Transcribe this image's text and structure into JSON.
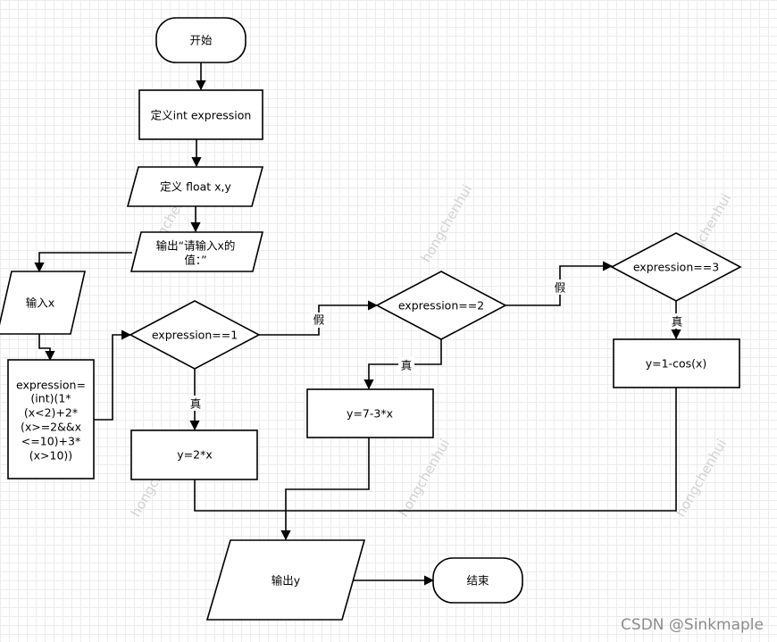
{
  "nodes": {
    "start": "开始",
    "define_int": "定义int expression",
    "define_float": "定义 float x,y",
    "prompt": [
      "输出“请输入x的",
      "值：”"
    ],
    "input_x": "输入x",
    "expression_calc": [
      "expression=",
      "(int)(1*",
      "(x<2)+2*",
      "(x>=2&&x",
      "<=10)+3*",
      "(x>10))"
    ],
    "check_1": "expression==1",
    "check_2": "expression==2",
    "check_3": "expression==3",
    "result_1": "y=2*x",
    "result_2": "y=7-3*x",
    "result_3": "y=1-cos(x)",
    "output_y": "输出y",
    "end": "结束"
  },
  "edge_labels": {
    "true_1": "真",
    "false_1": "假",
    "true_2": "真",
    "false_2": "假",
    "true_3": "真"
  },
  "watermark": "hongchenhui",
  "credit": "CSDN @Sinkmaple"
}
